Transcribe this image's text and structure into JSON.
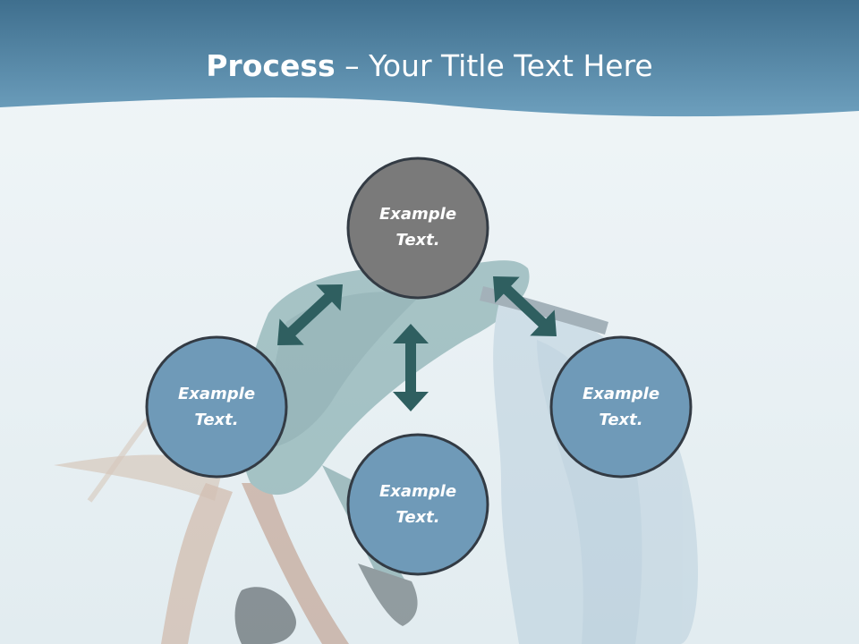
{
  "slide": {
    "title_bold": "Process",
    "title_dash": " – ",
    "title_rest": "Your Title Text Here"
  },
  "colors": {
    "header_dark": "#3f6f8e",
    "header_light": "#6d9fbd",
    "node_center": "#7a7a7a",
    "node_outer": "#6f9ab8",
    "node_stroke": "#333b44",
    "arrow": "#2f5f60",
    "background": "#e9f1f4"
  },
  "diagram": {
    "nodes": [
      {
        "id": "top",
        "line1": "Example",
        "line2": "Text."
      },
      {
        "id": "left",
        "line1": "Example",
        "line2": "Text."
      },
      {
        "id": "bottom",
        "line1": "Example",
        "line2": "Text."
      },
      {
        "id": "right",
        "line1": "Example",
        "line2": "Text."
      }
    ],
    "arrows": [
      {
        "from": "top",
        "to": "left",
        "direction": "bidirectional"
      },
      {
        "from": "top",
        "to": "bottom",
        "direction": "bidirectional"
      },
      {
        "from": "top",
        "to": "right",
        "direction": "bidirectional"
      }
    ]
  },
  "background_image": {
    "icon": "dancer-photo"
  }
}
